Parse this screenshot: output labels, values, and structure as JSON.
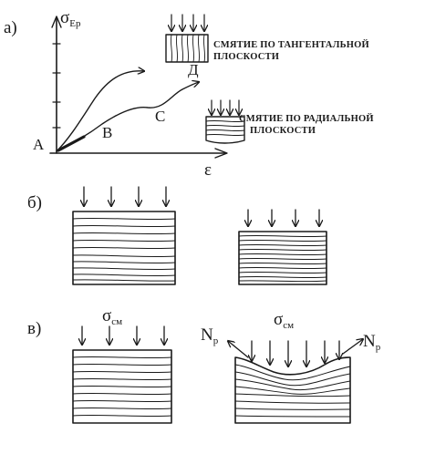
{
  "panel_a": {
    "label": "а)",
    "y_axis_symbol": "σ",
    "y_axis_sub": "Ер",
    "x_axis_symbol": "ε",
    "points": {
      "A": "А",
      "B": "В",
      "C": "С",
      "D": "Д"
    },
    "caption_tangential_line1": "СМЯТИЕ ПО ТАНГЕНТАЛЬНОЙ",
    "caption_tangential_line2": "ПЛОСКОСТИ",
    "caption_radial_line1": "СМЯТИЕ ПО РАДИАЛЬНОЙ",
    "caption_radial_line2": "ПЛОСКОСТИ"
  },
  "panel_b": {
    "label": "б)"
  },
  "panel_v": {
    "label": "в)",
    "sigma_left": "σ",
    "sigma_left_sub": "см",
    "sigma_right": "σ",
    "sigma_right_sub": "см",
    "np_left": "N",
    "np_left_sub": "р",
    "np_right": "N",
    "np_right_sub": "р"
  }
}
